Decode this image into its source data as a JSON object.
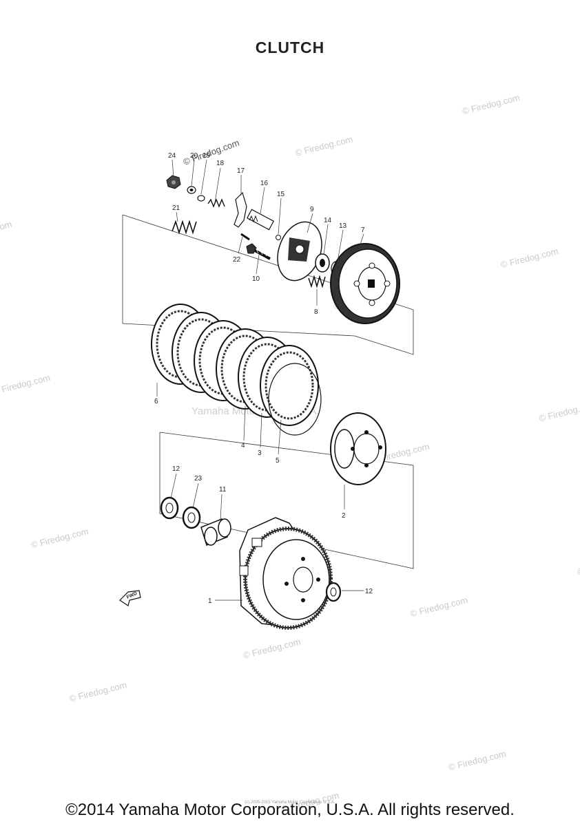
{
  "title": "CLUTCH",
  "fwd_label": "FWD",
  "watermark": "© Firedog.com",
  "watermark_mid": "Yamaha Motor Corp, U.S.A.",
  "watermark_top": "© Firedog.com",
  "footer_small": "(c) 2005-2015 Yamaha Motor Corporation, U.S.A.",
  "copyright": "©2014 Yamaha Motor Corporation, U.S.A. All rights reserved.",
  "parts": {
    "p1": "1",
    "p2": "2",
    "p3": "3",
    "p4": "4",
    "p5": "5",
    "p6": "6",
    "p7": "7",
    "p8": "8",
    "p9": "9",
    "p10": "10",
    "p11": "11",
    "p12a": "12",
    "p12b": "12",
    "p13": "13",
    "p14": "14",
    "p15": "15",
    "p16": "16",
    "p17": "17",
    "p18": "18",
    "p19": "19",
    "p20": "20",
    "p21": "21",
    "p22": "22",
    "p23": "23",
    "p24": "24"
  }
}
